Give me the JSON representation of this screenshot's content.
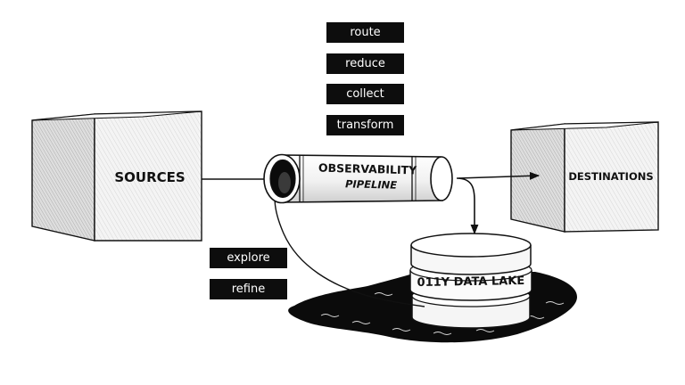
{
  "operations_top": [
    "route",
    "reduce",
    "collect",
    "transform"
  ],
  "operations_bottom": [
    "explore",
    "refine"
  ],
  "nodes": {
    "sources": "SOURCES",
    "destinations": "DESTINATIONS",
    "pipeline_line1": "OBSERVABILITY",
    "pipeline_line2": "PIPELINE",
    "data_lake": "011Y DATA LAKE"
  },
  "colors": {
    "tag_background": "#0d0d0d",
    "tag_text": "#ffffff",
    "ink": "#111111",
    "cube_face": "#f2f2f2"
  }
}
